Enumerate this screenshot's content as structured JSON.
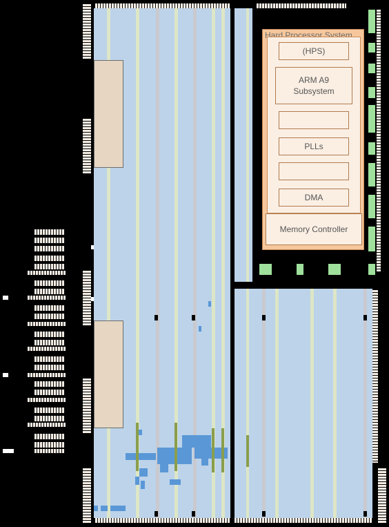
{
  "hps": {
    "title": "Hard Processor System",
    "blocks": [
      "(HPS)",
      "ARM A9\nSubsystem",
      "",
      "PLLs",
      "",
      "DMA",
      "Memory Controller"
    ]
  },
  "colors": {
    "fabric": "#bcd3ea",
    "hps_fill": "#f6c79c",
    "used_logic": "#5a97d6",
    "dsp_column": "#8a9e4c"
  },
  "icons": [
    "fpga-fabric",
    "memory-block",
    "io-bank",
    "pin-marker"
  ]
}
